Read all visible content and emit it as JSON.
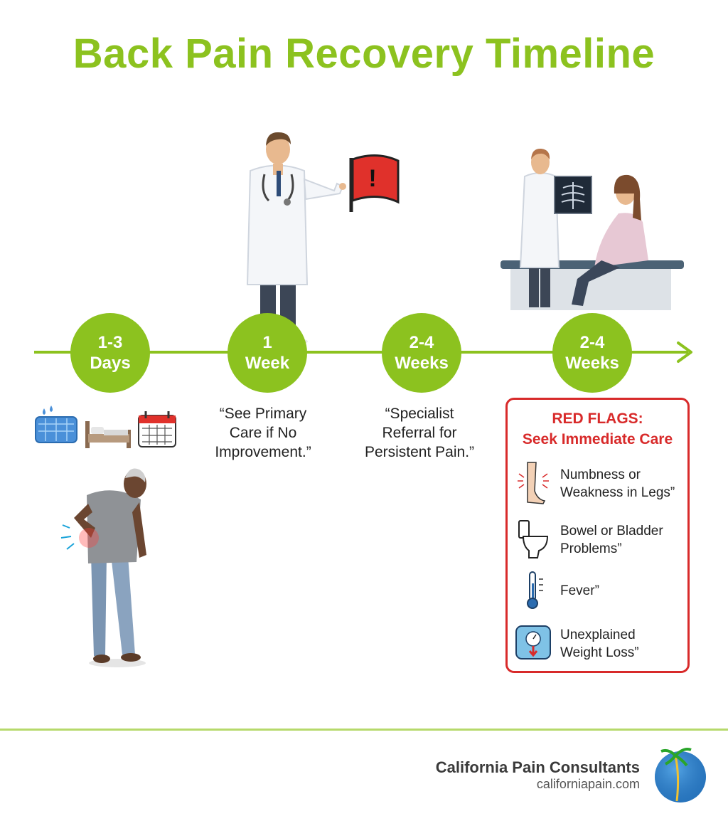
{
  "title": "Back Pain Recovery Timeline",
  "milestones": [
    {
      "line1": "1-3",
      "line2": "Days"
    },
    {
      "line1": "1",
      "line2": "Week"
    },
    {
      "line1": "2-4",
      "line2": "Weeks"
    },
    {
      "line1": "2-4",
      "line2": "Weeks"
    }
  ],
  "steps": [
    {
      "line1": "“See Primary",
      "line2": "Care if No",
      "line3": "Improvement.”"
    },
    {
      "line1": "“Specialist",
      "line2": "Referral for",
      "line3": "Persistent Pain.”"
    }
  ],
  "red_flags": {
    "title_line1": "RED FLAGS:",
    "title_line2": "Seek Immediate Care",
    "items": [
      {
        "line1": "Numbness or",
        "line2": "Weakness in Legs”",
        "icon": "leg-pain-icon"
      },
      {
        "line1": "Bowel or Bladder",
        "line2": "Problems”",
        "icon": "toilet-icon"
      },
      {
        "line1": "Fever”",
        "line2": "",
        "icon": "thermometer-icon"
      },
      {
        "line1": "Unexplained",
        "line2": "Weight Loss”",
        "icon": "scale-icon"
      }
    ]
  },
  "illustrations": {
    "day_icons": [
      "ice-pack-icon",
      "bed-icon",
      "calendar-icon"
    ],
    "flag_symbol": "!"
  },
  "footer": {
    "brand": "California Pain Consultants",
    "url": "californiapain.com"
  },
  "colors": {
    "accent": "#8cc21f",
    "alert": "#d82a2a",
    "footer_line": "#b6d96b"
  }
}
